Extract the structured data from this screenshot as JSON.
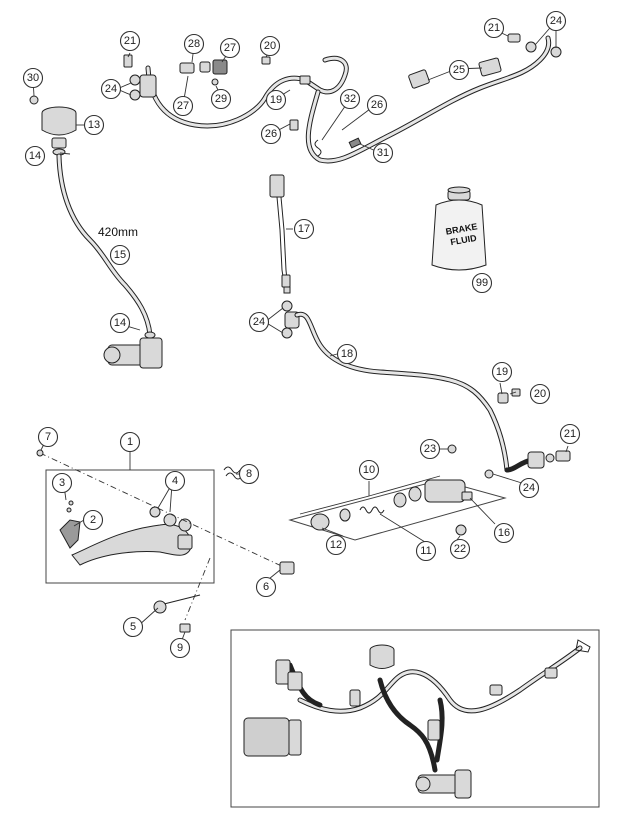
{
  "hose_length_label": "420mm",
  "bottle_label": [
    "BRAKE",
    "FLUID"
  ],
  "callouts": [
    "1",
    "2",
    "3",
    "4",
    "5",
    "6",
    "7",
    "8",
    "9",
    "10",
    "11",
    "12",
    "13",
    "14",
    "14",
    "15",
    "16",
    "17",
    "18",
    "19",
    "19",
    "20",
    "20",
    "21",
    "21",
    "21",
    "22",
    "23",
    "24",
    "24",
    "24",
    "24",
    "25",
    "26",
    "26",
    "27",
    "27",
    "28",
    "29",
    "30",
    "31",
    "32",
    "99"
  ],
  "colors": {
    "line": "#222222",
    "part_fill": "#d9d9d9",
    "background": "#ffffff"
  }
}
